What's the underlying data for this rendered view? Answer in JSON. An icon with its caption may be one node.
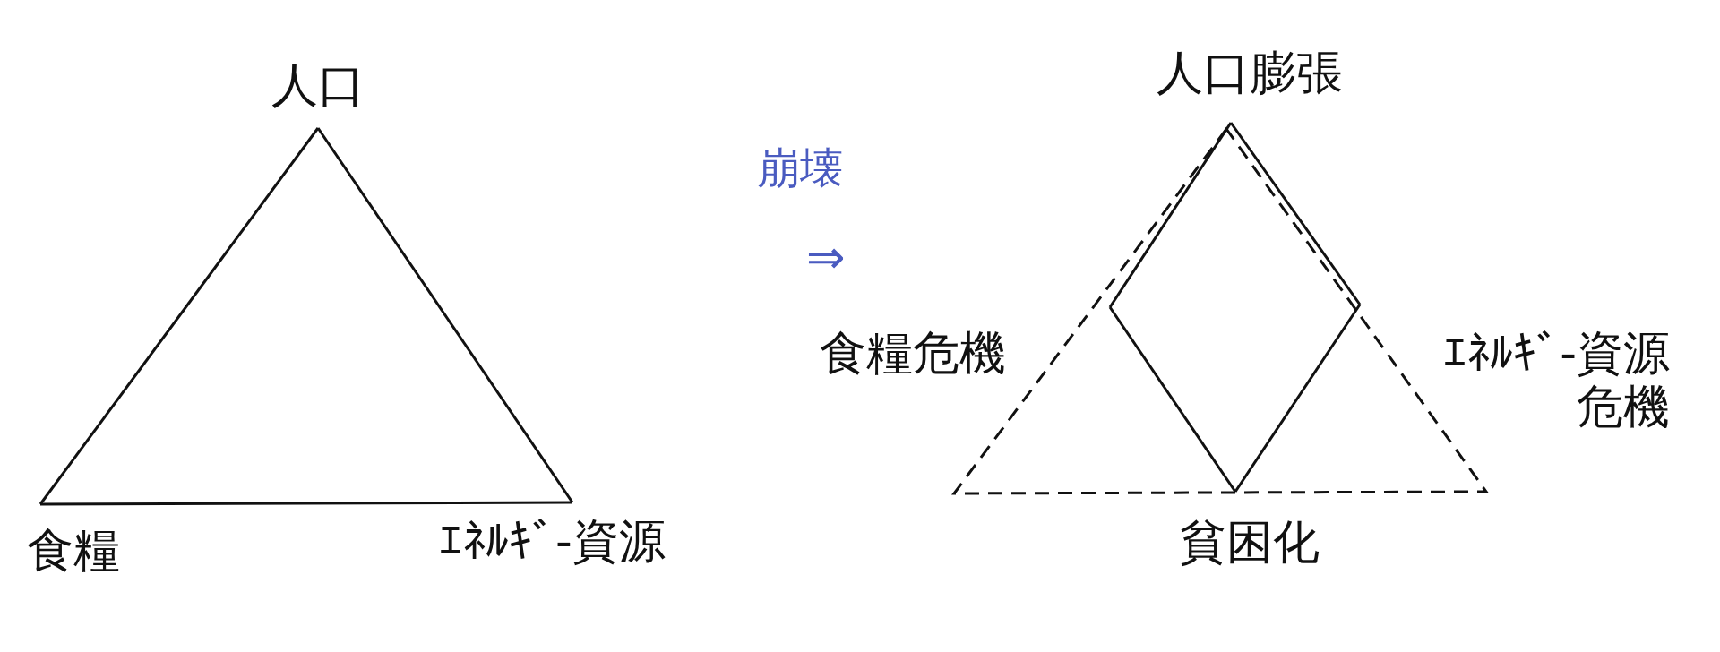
{
  "diagram": {
    "nodes": [
      {
        "text": [
          "人口"
        ]
      },
      {
        "text": [
          "食糧"
        ]
      },
      {
        "text": [
          "ｴﾈﾙｷﾞ-資源"
        ]
      },
      {
        "text": [
          "人口膨張"
        ]
      },
      {
        "text": [
          "食糧危機"
        ]
      },
      {
        "text": [
          "ｴﾈﾙｷﾞ-資源危機"
        ]
      },
      {
        "text": [
          "貧困化"
        ]
      }
    ],
    "edges": [
      {
        "from": 0,
        "to": 1,
        "arrow": "none"
      },
      {
        "from": 0,
        "to": 2,
        "arrow": "none"
      },
      {
        "from": 1,
        "to": 2,
        "arrow": "none"
      },
      {
        "from": 3,
        "to": 4,
        "arrow": "none"
      },
      {
        "from": 3,
        "to": 5,
        "arrow": "none"
      },
      {
        "from": 4,
        "to": 6,
        "arrow": "none"
      },
      {
        "from": 5,
        "to": 6,
        "arrow": "none"
      }
    ],
    "labels": [
      "崩壊",
      "⇒"
    ]
  }
}
